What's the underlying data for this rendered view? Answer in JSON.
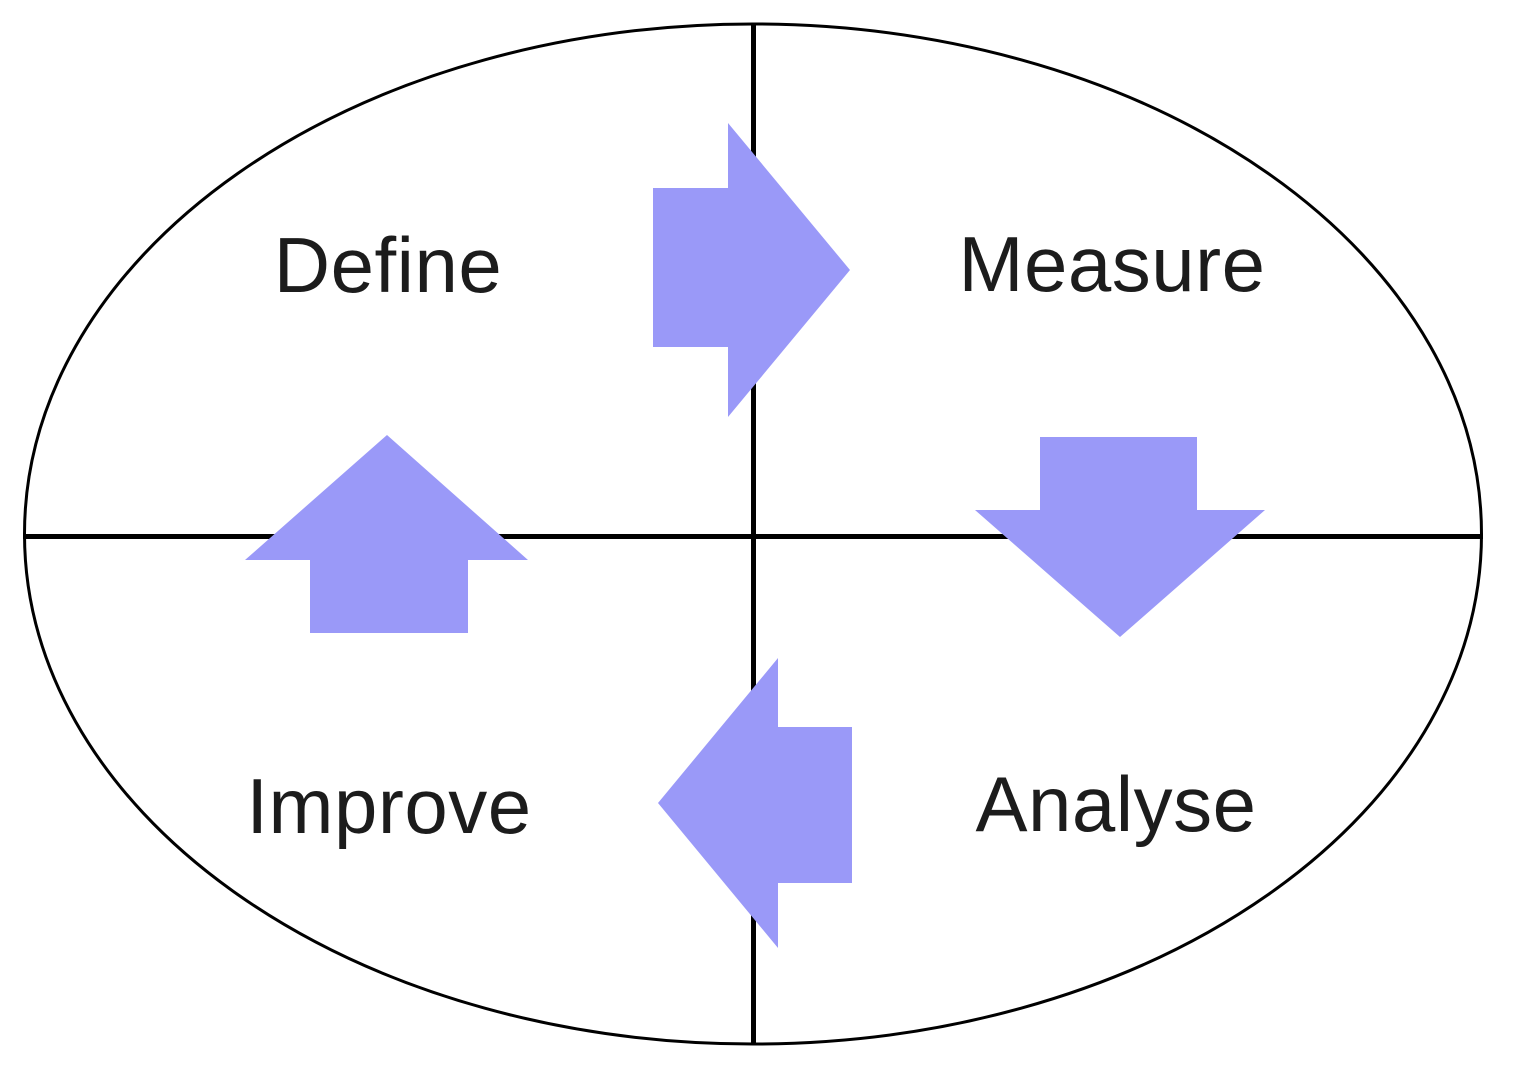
{
  "diagram": {
    "type": "cycle-diagram",
    "labels": {
      "define": "Define",
      "measure": "Measure",
      "analyse": "Analyse",
      "improve": "Improve"
    },
    "arrows": [
      {
        "icon": "arrow-right-icon",
        "from": "Define",
        "to": "Measure"
      },
      {
        "icon": "arrow-down-icon",
        "from": "Measure",
        "to": "Analyse"
      },
      {
        "icon": "arrow-left-icon",
        "from": "Analyse",
        "to": "Improve"
      },
      {
        "icon": "arrow-up-icon",
        "from": "Improve",
        "to": "Define"
      }
    ],
    "colors": {
      "arrow_fill": "#9a99f8",
      "outline": "#000000",
      "text": "#1c1c1c",
      "background": "#ffffff"
    }
  }
}
